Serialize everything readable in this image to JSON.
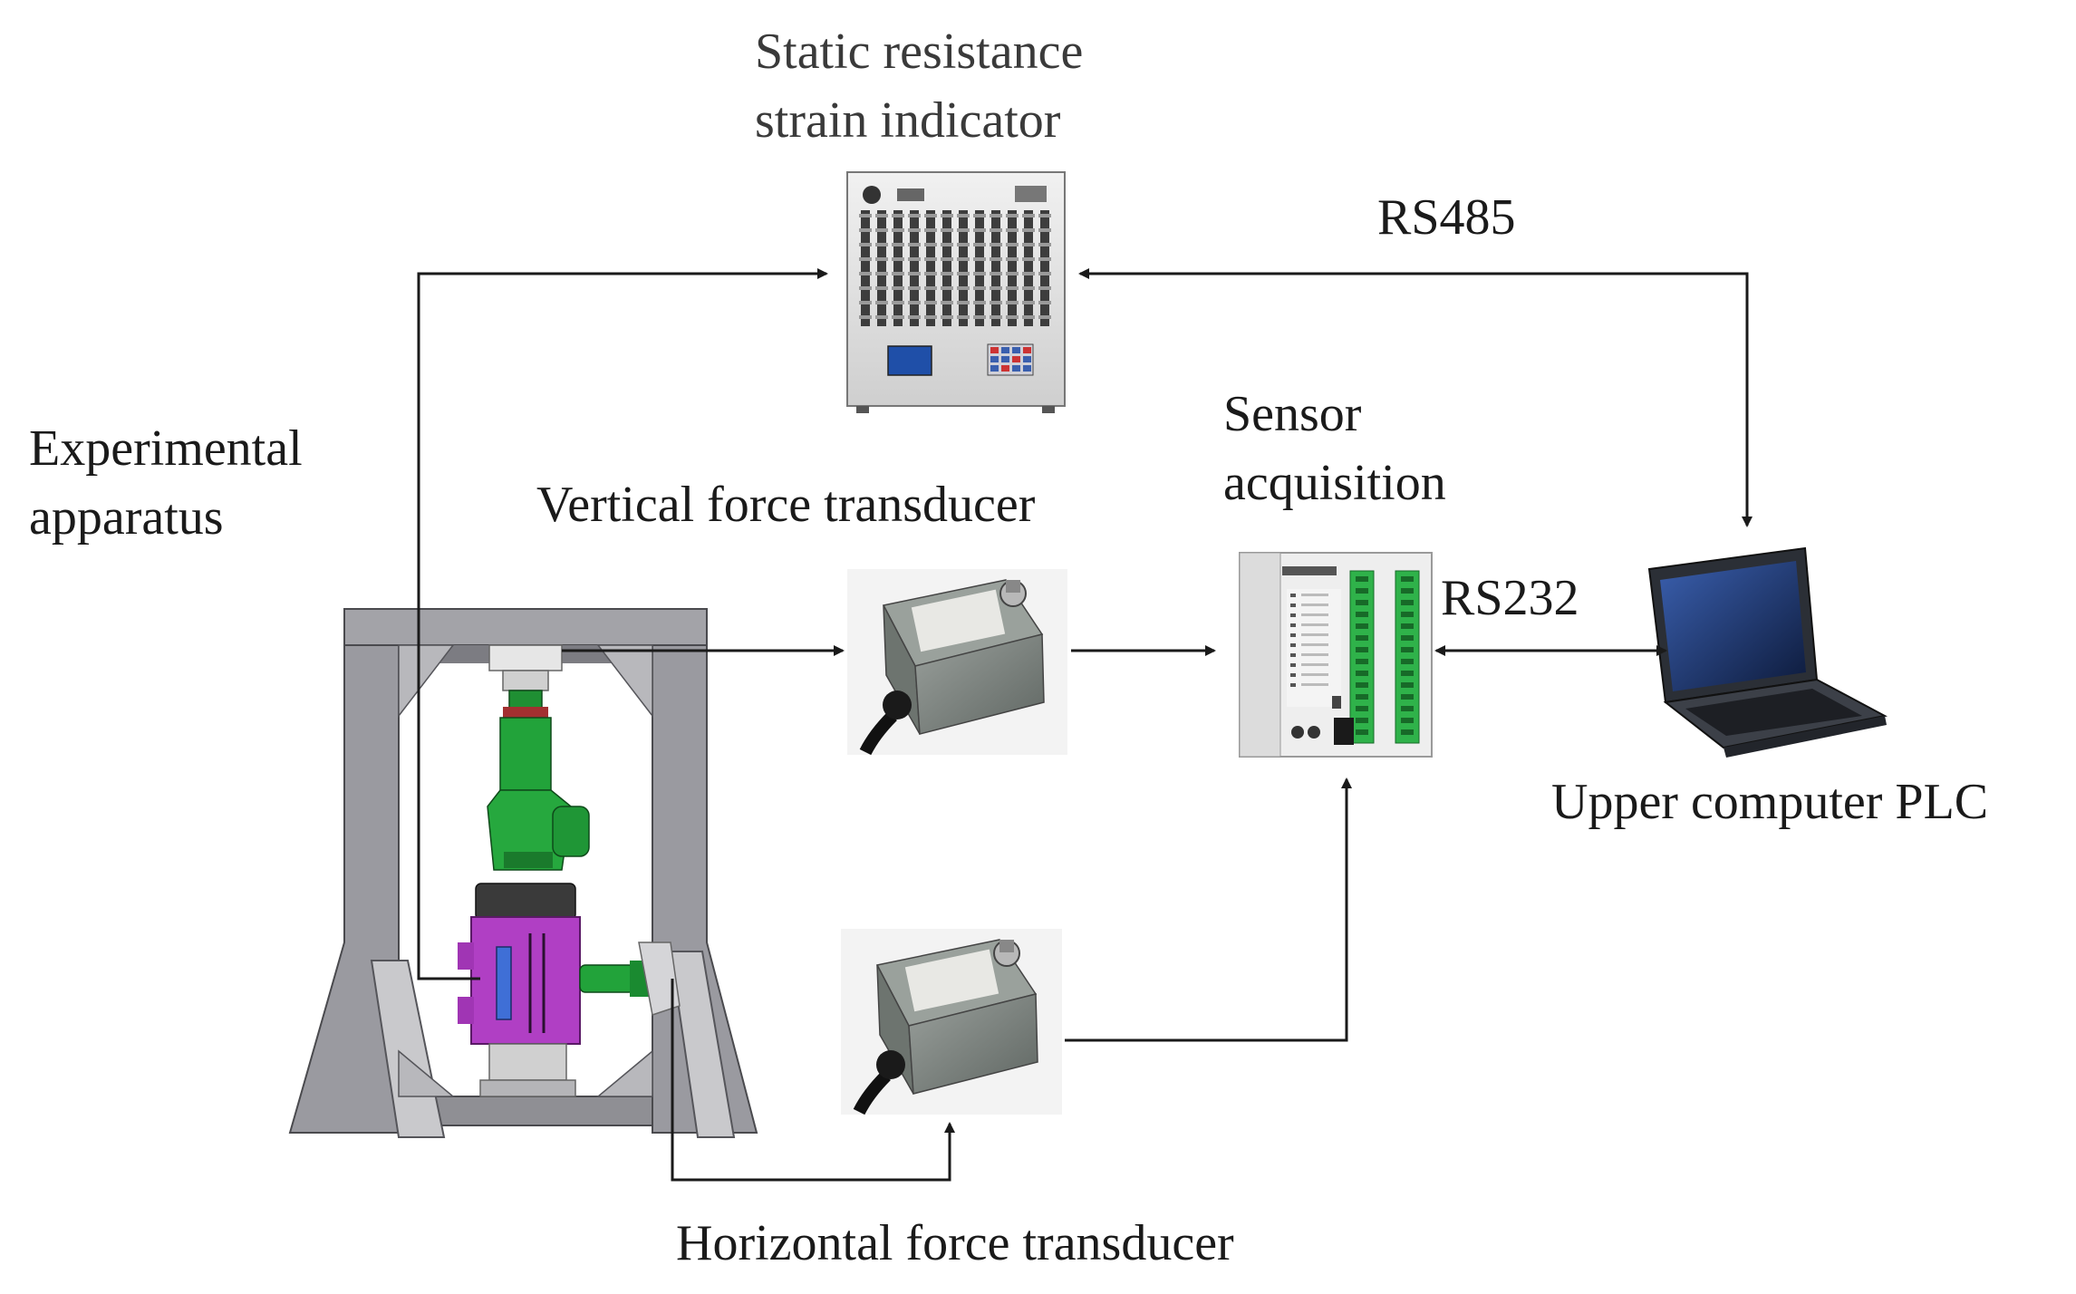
{
  "labels": {
    "strain_indicator": [
      "Static resistance",
      "strain indicator"
    ],
    "experimental_apparatus": [
      "Experimental",
      "apparatus"
    ],
    "vertical_transducer": "Vertical force transducer",
    "sensor_acquisition": [
      "Sensor",
      "acquisition"
    ],
    "upper_computer": "Upper computer PLC",
    "horizontal_transducer": "Horizontal force transducer"
  },
  "links": {
    "rs485": "RS485",
    "rs232": "RS232"
  },
  "colors": {
    "line": "#1a1a1a",
    "frame_gray": "#8f8f94",
    "cylinder_green": "#22a33a",
    "chamber_purple": "#b03fc4",
    "box_gray": "#7e8580",
    "panel_silver": "#d9d9d9",
    "plc_white": "#eeeeee",
    "terminal_green": "#2fb24a",
    "laptop_dark": "#2b2f36"
  }
}
